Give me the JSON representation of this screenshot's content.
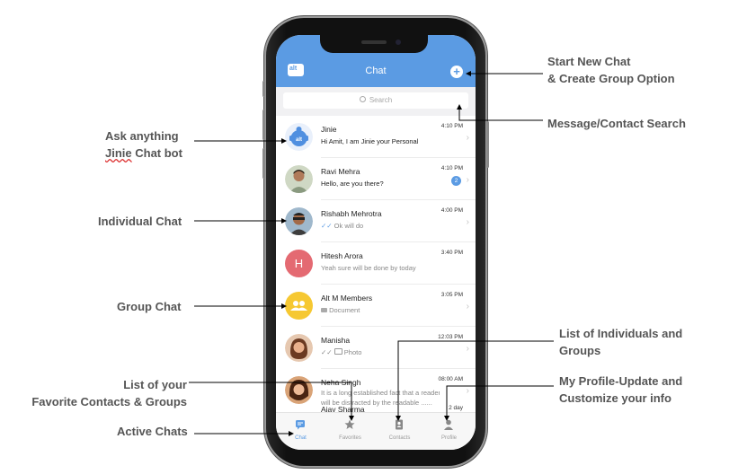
{
  "header": {
    "title": "Chat",
    "logo_text": "alt"
  },
  "search": {
    "placeholder": "Search"
  },
  "chats": [
    {
      "name": "Jinie",
      "preview": "Hi Amit, I am Jinie your Personal",
      "time": "4:10 PM",
      "bold": true,
      "avatar": "bot"
    },
    {
      "name": "Ravi Mehra",
      "preview": "Hello, are you there?",
      "time": "4:10 PM",
      "bold": true,
      "badge": "2",
      "avatar": "photo"
    },
    {
      "name": "Rishabh Mehrotra",
      "preview": "Ok will do",
      "time": "4:00 PM",
      "bold": false,
      "avatar": "photo"
    },
    {
      "name": "Hitesh Arora",
      "preview": "Yeah sure will be done by today",
      "time": "3:40 PM",
      "bold": false,
      "avatar": "initial",
      "initial": "H",
      "avatar_color": "#e46a72"
    },
    {
      "name": "Alt M Members",
      "preview": "Document",
      "time": "3:05 PM",
      "bold": false,
      "avatar": "group",
      "avatar_color": "#f6c832"
    },
    {
      "name": "Manisha",
      "preview": "Photo",
      "time": "12:03 PM",
      "bold": false,
      "avatar": "photo"
    },
    {
      "name": "Neha Singh",
      "preview": "It is a long established fact that a reader",
      "preview2": "will be distracted by the readable ......",
      "time": "08:00 AM",
      "bold": false,
      "avatar": "photo"
    },
    {
      "name": "Ajay Sharma",
      "time": "2 day",
      "avatar": "photo"
    }
  ],
  "tabs": [
    {
      "label": "Chat",
      "active": true
    },
    {
      "label": "Favorites",
      "active": false
    },
    {
      "label": "Contacts",
      "active": false
    },
    {
      "label": "Profile",
      "active": false
    }
  ],
  "callouts": {
    "start_new_chat": [
      "Start New Chat",
      "& Create Group Option"
    ],
    "message_search": [
      "Message/Contact Search"
    ],
    "ask_jinie": [
      "Ask anything",
      "Jinie Chat bot"
    ],
    "individual_chat": [
      "Individual Chat"
    ],
    "group_chat": [
      "Group Chat"
    ],
    "list_individuals": [
      "List of Individuals and",
      "Groups"
    ],
    "favorites": [
      "List of your",
      "Favorite Contacts & Groups"
    ],
    "my_profile": [
      "My Profile-Update and",
      "Customize your info"
    ],
    "active_chats": [
      "Active Chats"
    ]
  },
  "colors": {
    "accent": "#5b9be3",
    "header_bg": "#5b9be3",
    "callout_text": "#555555"
  }
}
